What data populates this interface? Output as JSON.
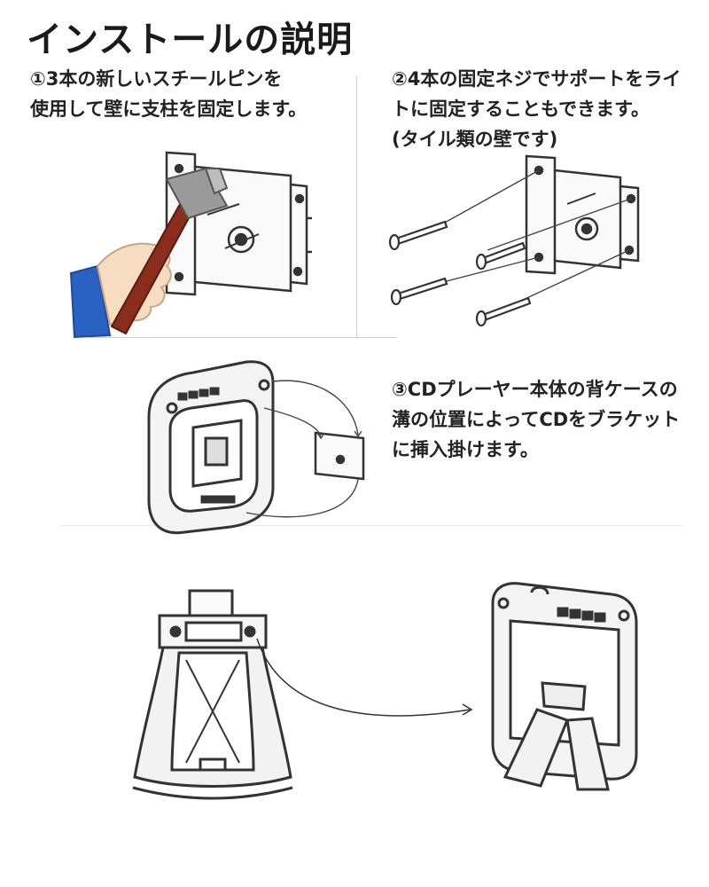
{
  "page": {
    "title": "インストールの説明"
  },
  "steps": [
    {
      "lines": [
        "①3本の新しいスチールピンを",
        "使用して壁に支柱を固定します。"
      ]
    },
    {
      "lines": [
        "②4本の固定ネジでサポートをライ",
        "トに固定することもできます。",
        "(タイル類の壁です)"
      ]
    },
    {
      "lines": [
        "③CDプレーヤー本体の背ケースの",
        "溝の位置によってCDをブラケット",
        "に挿入掛けます。"
      ]
    }
  ]
}
